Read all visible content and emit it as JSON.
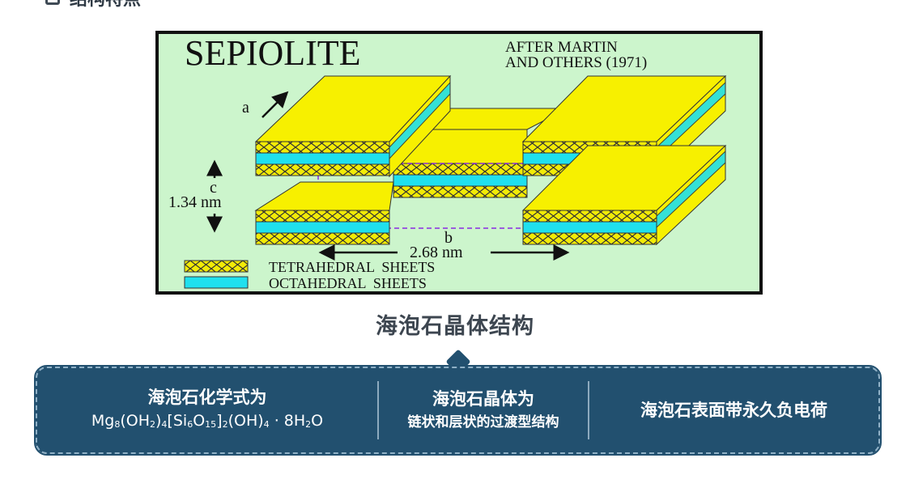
{
  "header": {
    "section_title": "结构特点"
  },
  "figure": {
    "title": "SEPIOLITE",
    "credit_line1": "AFTER MARTIN",
    "credit_line2": "AND OTHERS (1971)",
    "axis_a": "a",
    "axis_b": "b",
    "axis_c": "c",
    "c_dimension": "1.34 nm",
    "b_dimension": "2.68 nm",
    "legend_tetrahedral": "TETRAHEDRAL  SHEETS",
    "legend_octahedral": "OCTAHEDRAL  SHEETS",
    "colors": {
      "background": "#ccf5cc",
      "tetrahedral": "#f2eb07",
      "octahedral": "#20e0ee",
      "top_face": "#f7f000",
      "frame": "#111111"
    }
  },
  "caption": "海泡石晶体结构",
  "facts": {
    "formula_title": "海泡石化学式为",
    "formula": "Mg8(OH2)4[Si6O15]2(OH)4 · 8H2O",
    "structure_title": "海泡石晶体为",
    "structure_desc": "链状和层状的过渡型结构",
    "charge_title": "海泡石表面带永久负电荷"
  },
  "theme": {
    "card_color": "#22506f",
    "caption_color": "#3d4650"
  }
}
